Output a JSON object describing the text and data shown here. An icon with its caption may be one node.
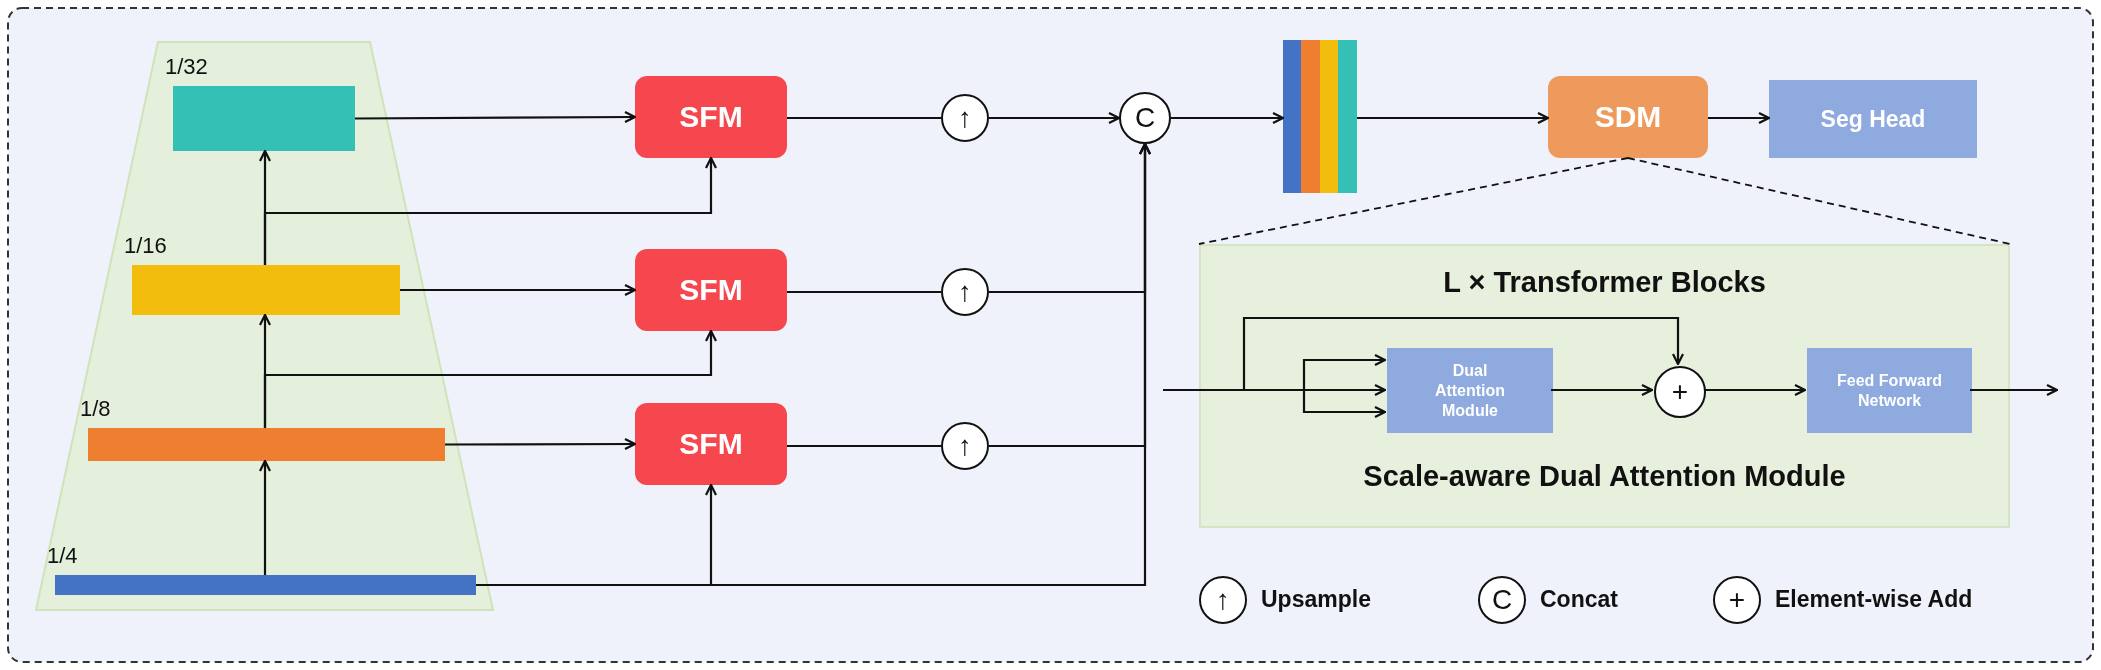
{
  "diagram": {
    "nodes": [
      {
        "text": [
          "1/32"
        ]
      },
      {
        "text": [
          "1/16"
        ]
      },
      {
        "text": [
          "1/8"
        ]
      },
      {
        "text": [
          "1/4"
        ]
      },
      {
        "text": [
          "SFM"
        ]
      },
      {
        "text": [
          "SFM"
        ]
      },
      {
        "text": [
          "SFM"
        ]
      },
      {
        "text": [
          "↑"
        ]
      },
      {
        "text": [
          "↑"
        ]
      },
      {
        "text": [
          "↑"
        ]
      },
      {
        "text": [
          "C"
        ]
      },
      {
        "text": [],
        "shape": "bar"
      },
      {
        "text": [
          "SDM"
        ]
      },
      {
        "text": [
          "Seg Head"
        ]
      },
      {
        "text": [
          "L × Transformer Blocks",
          "Scale-aware Dual Attention Module"
        ]
      },
      {
        "text": [
          "Dual Attention Module"
        ],
        "in": 14
      },
      {
        "text": [
          "+"
        ],
        "in": 14
      },
      {
        "text": [
          "Feed Forward Network"
        ],
        "in": 14
      }
    ],
    "edges": [
      {
        "from": 3,
        "to": 2,
        "arrow": "to"
      },
      {
        "from": 2,
        "to": 1,
        "arrow": "to"
      },
      {
        "from": 1,
        "to": 0,
        "arrow": "to"
      },
      {
        "from": 0,
        "to": 4,
        "arrow": "to"
      },
      {
        "from": 1,
        "to": 5,
        "arrow": "to"
      },
      {
        "from": 2,
        "to": 6,
        "arrow": "to"
      },
      {
        "from": 1,
        "to": 4,
        "arrow": "to"
      },
      {
        "from": 2,
        "to": 5,
        "arrow": "to"
      },
      {
        "from": 3,
        "to": 6,
        "arrow": "to"
      },
      {
        "from": 3,
        "to": 10,
        "arrow": "to"
      },
      {
        "from": 4,
        "to": 7,
        "arrow": "none"
      },
      {
        "from": 7,
        "to": 10,
        "arrow": "to"
      },
      {
        "from": 5,
        "to": 8,
        "arrow": "none"
      },
      {
        "from": 8,
        "to": 10,
        "arrow": "to"
      },
      {
        "from": 6,
        "to": 9,
        "arrow": "none"
      },
      {
        "from": 9,
        "to": 10,
        "arrow": "to"
      },
      {
        "from": 10,
        "to": 11,
        "arrow": "to"
      },
      {
        "from": 11,
        "to": 12,
        "arrow": "to"
      },
      {
        "from": 12,
        "to": 13,
        "arrow": "to"
      },
      {
        "from": 12,
        "to": 14,
        "arrow": "none",
        "style": "dashed"
      },
      {
        "from": 12,
        "to": 14,
        "arrow": "none",
        "style": "dashed"
      },
      {
        "from": null,
        "to": 15,
        "arrow": "to"
      },
      {
        "from": null,
        "to": 15,
        "arrow": "to"
      },
      {
        "from": null,
        "to": 15,
        "arrow": "to"
      },
      {
        "from": null,
        "to": 16,
        "arrow": "to"
      },
      {
        "from": 15,
        "to": 16,
        "arrow": "to"
      },
      {
        "from": 16,
        "to": 17,
        "arrow": "to"
      },
      {
        "from": 17,
        "to": null,
        "arrow": "to"
      }
    ],
    "labels": [
      "↑",
      "C",
      "+"
    ],
    "legend": [
      {
        "text": "Upsample"
      },
      {
        "text": "Concat"
      },
      {
        "text": "Element-wise Add"
      }
    ]
  }
}
